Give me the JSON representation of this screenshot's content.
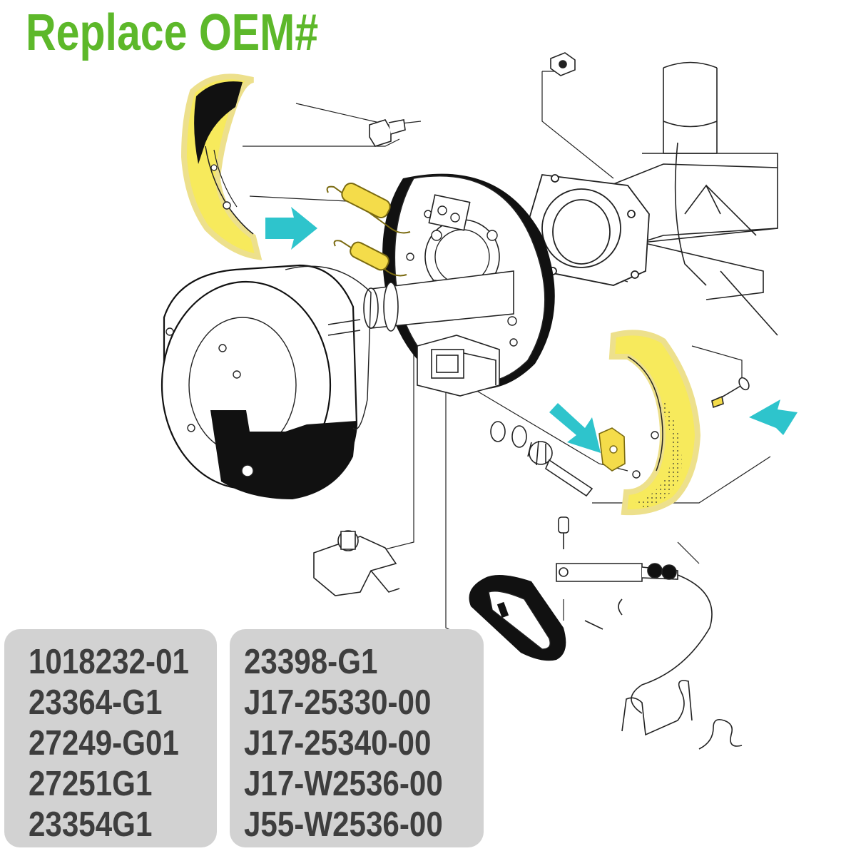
{
  "header": {
    "title": "Replace OEM#"
  },
  "oem_numbers": {
    "left_column": [
      "1018232-01",
      "23364-G1",
      "27249-G01",
      "27251G1",
      "23354G1"
    ],
    "right_column": [
      "23398-G1",
      "J17-25330-00",
      "J17-25340-00",
      "J17-W2536-00",
      "J55-W2536-00"
    ]
  },
  "colors": {
    "title": "#5db82a",
    "highlight": "#f7ea5c",
    "arrow": "#2ec4cc",
    "panel": "#d2d2d2",
    "panel_text": "#3e3e3e",
    "line": "#111111"
  },
  "highlighted_parts": [
    "brake-shoe",
    "brake-shoe",
    "retractor-spring",
    "retractor-spring",
    "adjuster-lever",
    "pivot-pin"
  ]
}
